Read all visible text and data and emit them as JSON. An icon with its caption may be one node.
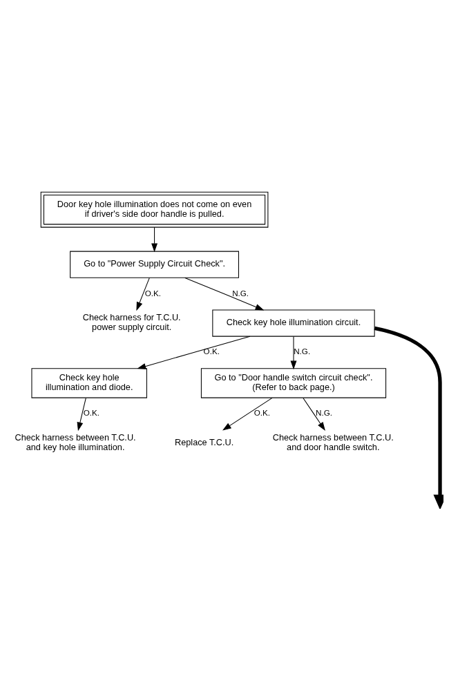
{
  "diagram": {
    "nodes": [
      {
        "text": [
          "Door key hole illumination does not come on even if driver's side door handle is pulled."
        ]
      },
      {
        "text": [
          "Go to \"Power Supply Circuit Check\"."
        ]
      },
      {
        "text": [
          "Check harness for T.C.U. power supply circuit."
        ]
      },
      {
        "text": [
          "Check key hole illumination circuit."
        ]
      },
      {
        "text": [
          "Check key hole illumination and diode."
        ]
      },
      {
        "text": [
          "Check harness between T.C.U. and key hole illumination."
        ]
      },
      {
        "text": [
          "Go to \"Door handle switch circuit check\".",
          "(Refer to back page.)"
        ]
      },
      {
        "text": [
          "Replace T.C.U."
        ]
      },
      {
        "text": [
          "Check harness between T.C.U. and door handle switch."
        ]
      }
    ],
    "edges": [
      {
        "from": 0,
        "to": 1,
        "arrow": "to"
      },
      {
        "from": 1,
        "to": 3,
        "arrow": "to",
        "label": "N.G."
      },
      {
        "from": 1,
        "to": 2,
        "arrow": "to",
        "label": "O.K."
      },
      {
        "from": 3,
        "to": 6,
        "arrow": "to",
        "label": "N.G."
      },
      {
        "from": 3,
        "to": 4,
        "arrow": "to",
        "label": "O.K."
      },
      {
        "from": 4,
        "to": 5,
        "arrow": "to",
        "label": "O.K."
      },
      {
        "from": 6,
        "to": 7,
        "arrow": "to",
        "label": "O.K."
      },
      {
        "from": 6,
        "to": 8,
        "arrow": "to",
        "label": "N.G."
      },
      {
        "from": 3,
        "to": null,
        "arrow": "to",
        "style": "thick"
      }
    ]
  }
}
